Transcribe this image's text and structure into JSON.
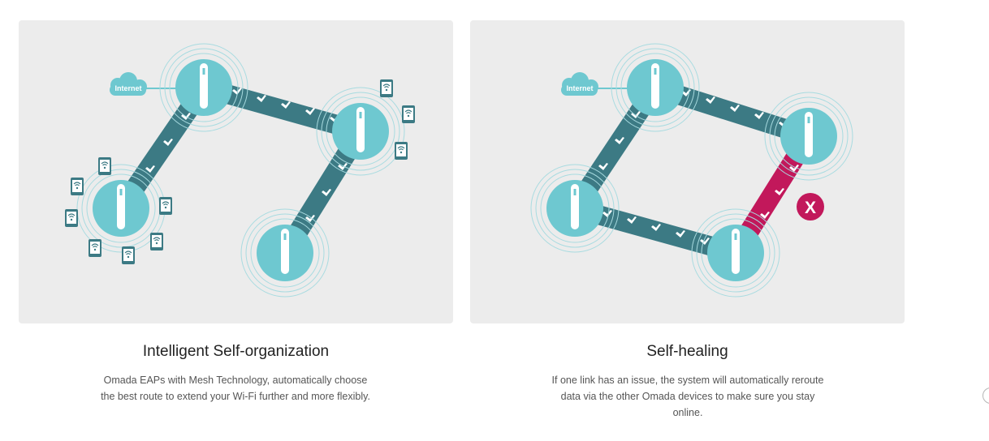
{
  "colors": {
    "card_bg": "#ececec",
    "node": "#6ec8d0",
    "link": "#3c7a84",
    "broken_link": "#c2185b",
    "ring": "#a8dbe0",
    "cloud": "#6ec8d0",
    "device": "#3c7a84",
    "title": "#222222",
    "desc": "#555555"
  },
  "cards": [
    {
      "cloud_label": "Internet",
      "title": "Intelligent Self-organization",
      "description": "Omada EAPs with Mesh Technology, automatically choose the best route to extend your Wi-Fi further and more flexibly."
    },
    {
      "cloud_label": "Internet",
      "title": "Self-healing",
      "description": "If one link has an issue, the system will automatically reroute data via the other Omada devices to make sure you stay online.",
      "failure_mark": "X"
    }
  ]
}
